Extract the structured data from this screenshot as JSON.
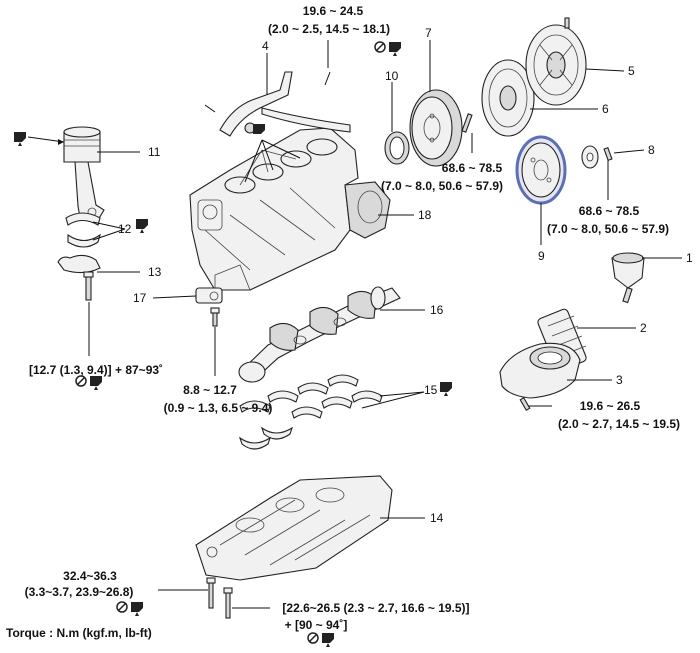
{
  "callouts": {
    "c1": "1",
    "c2": "2",
    "c3": "3",
    "c4": "4",
    "c5": "5",
    "c6": "6",
    "c7": "7",
    "c8": "8",
    "c9": "9",
    "c10": "10",
    "c11": "11",
    "c12": "12",
    "c13": "13",
    "c14": "14",
    "c15": "15",
    "c16": "16",
    "c17": "17",
    "c18": "18"
  },
  "torque": {
    "top_a": "19.6 ~ 24.5",
    "top_b": "(2.0 ~ 2.5, 14.5 ~ 18.1)",
    "flywheel_a": "68.6 ~ 78.5",
    "flywheel_b": "(7.0 ~ 8.0, 50.6 ~ 57.9)",
    "drive_plate_a": "68.6 ~ 78.5",
    "drive_plate_b": "(7.0 ~ 8.0, 50.6 ~ 57.9)",
    "filter_a": "19.6 ~ 26.5",
    "filter_b": "(2.0 ~ 2.7, 14.5 ~ 19.5)",
    "rod_cap": "[12.7 (1.3, 9.4)] + 87~93˚",
    "sensor_a": "8.8 ~ 12.7",
    "sensor_b": "(0.9 ~ 1.3, 6.5 ~ 9.4)",
    "ladder_a": "32.4~36.3",
    "ladder_b": "(3.3~3.7, 23.9~26.8)",
    "main_a": "[22.6~26.5 (2.3 ~ 2.7, 16.6 ~ 19.5)]",
    "main_b": "+ [90 ~ 94˚]"
  },
  "legend": "Torque : N.m (kgf.m, lb-ft)",
  "icons": [
    "do-not-reuse-icon",
    "engine-oil-icon"
  ]
}
